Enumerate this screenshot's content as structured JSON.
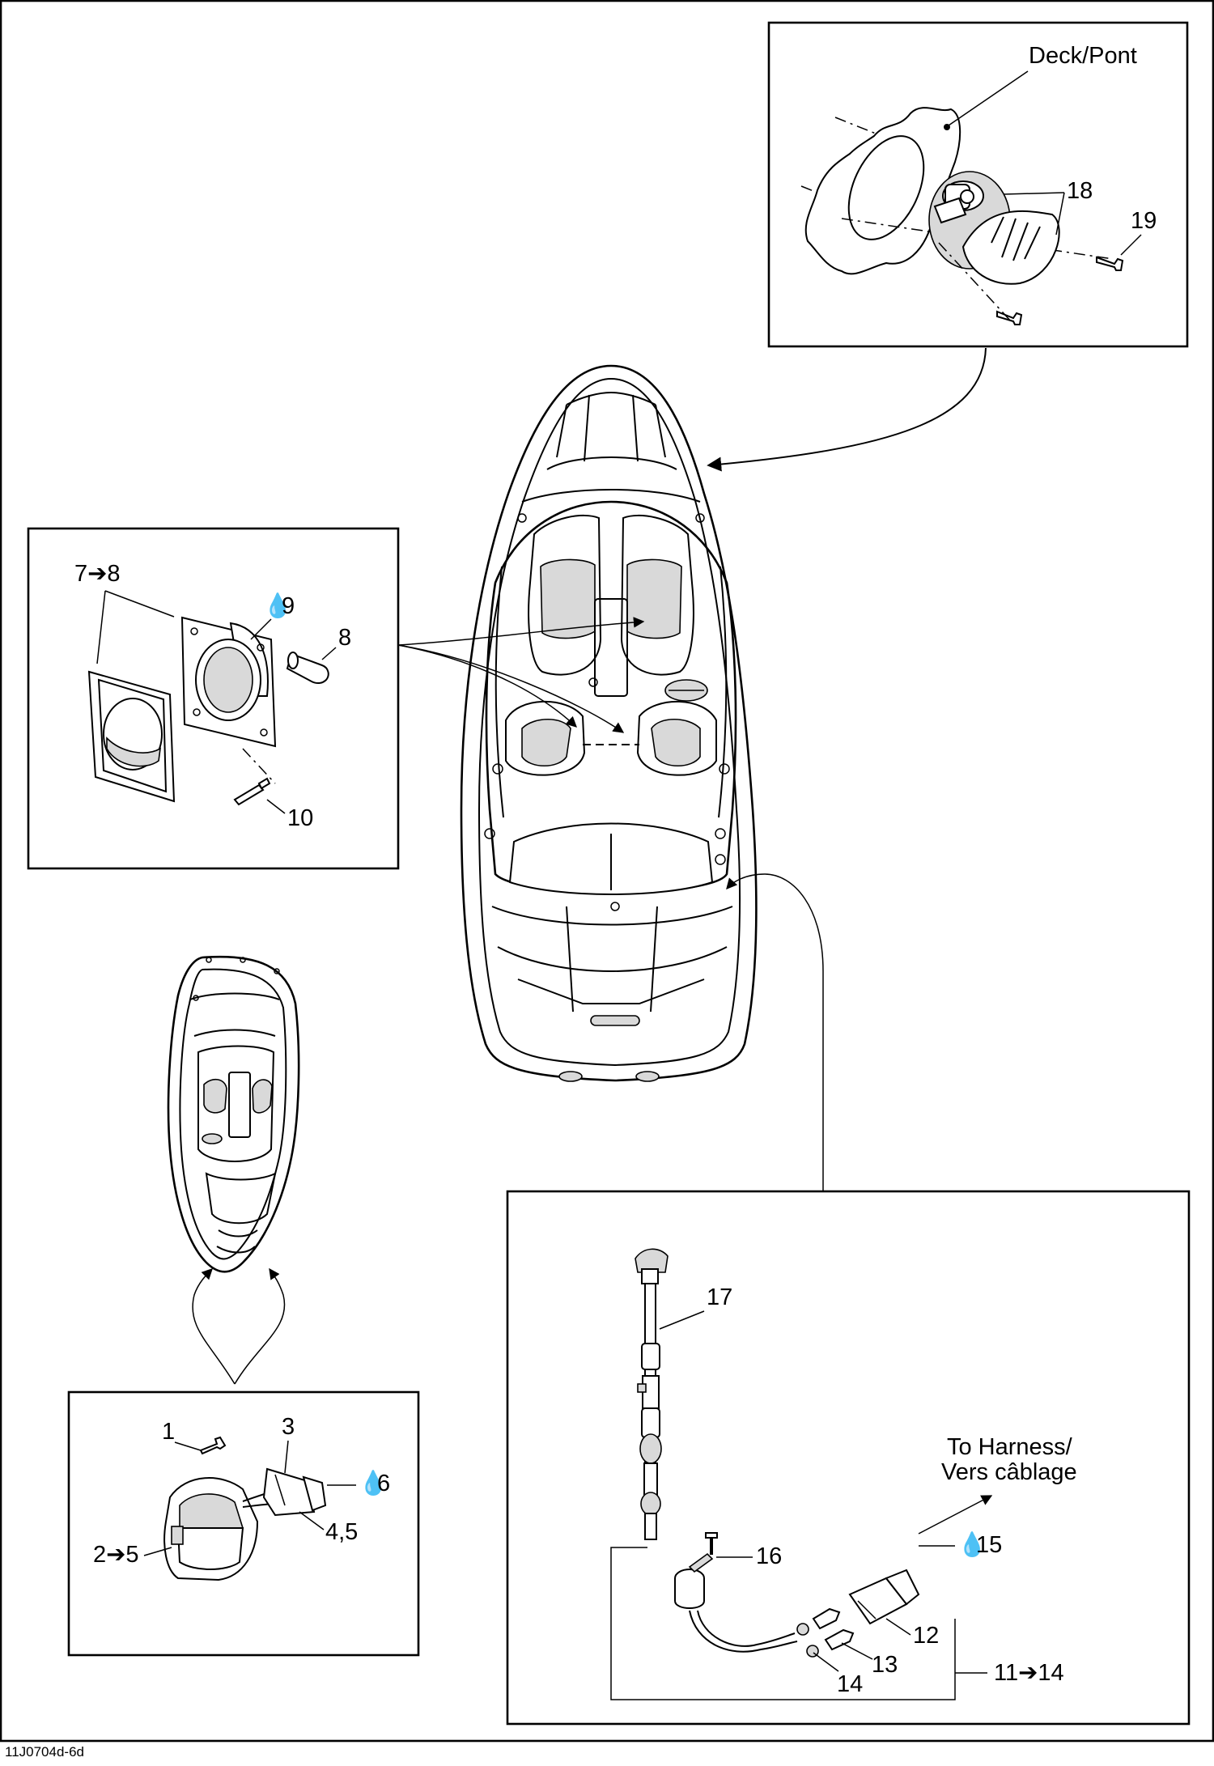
{
  "diagram": {
    "footer_code": "11J0704d-6d",
    "horn_inset": {
      "deck_label": "Deck/Pont",
      "callouts": {
        "horn": "18",
        "screw": "19"
      }
    },
    "interior_light_inset": {
      "callouts": {
        "bezel_range": "7➔8",
        "sealant": "9",
        "bulb": "8",
        "rivet": "10"
      }
    },
    "bow_light_inset": {
      "callouts": {
        "screw": "1",
        "connector": "3",
        "sealant": "6",
        "terminals": "4,5",
        "light_range": "2➔5"
      }
    },
    "mast_light_inset": {
      "callouts": {
        "pole": "17",
        "screw": "16",
        "sealant": "15",
        "housing": "12",
        "terminal": "13",
        "seal": "14",
        "kit_range": "11➔14"
      },
      "harness_line1": "To Harness/",
      "harness_line2": "Vers câblage"
    }
  }
}
